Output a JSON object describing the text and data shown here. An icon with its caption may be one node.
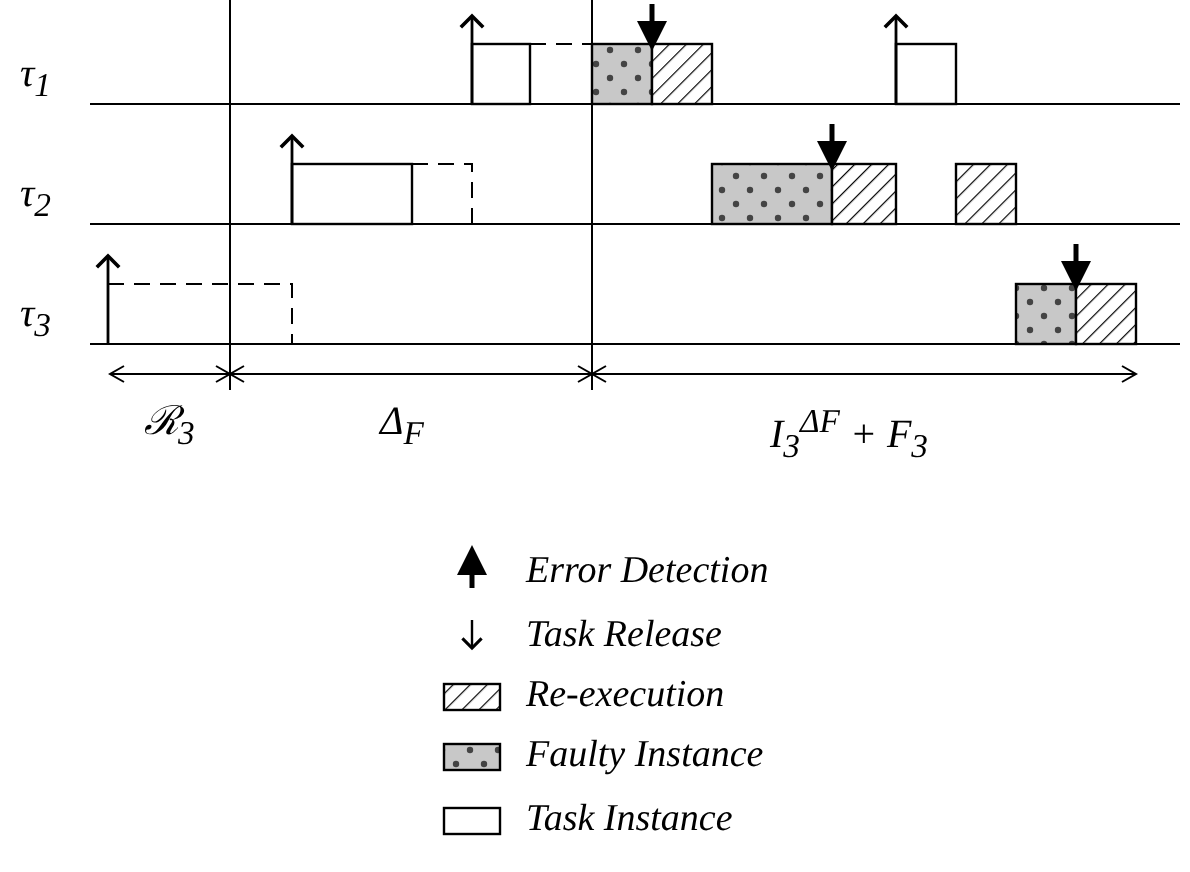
{
  "diagram": {
    "labels": [
      "τ$_{1}$",
      "τ$_{2}$",
      "τ$_{3}$",
      "ℛ$_{3}$",
      "Δ$_{F}$",
      "I$_{3}$$^{ΔF}$ + F$_{3}$"
    ],
    "legend": [
      {
        "text": "Error Detection"
      },
      {
        "text": "Task Release"
      },
      {
        "text": "Re-execution"
      },
      {
        "text": "Faulty Instance"
      },
      {
        "text": "Task Instance"
      }
    ]
  }
}
